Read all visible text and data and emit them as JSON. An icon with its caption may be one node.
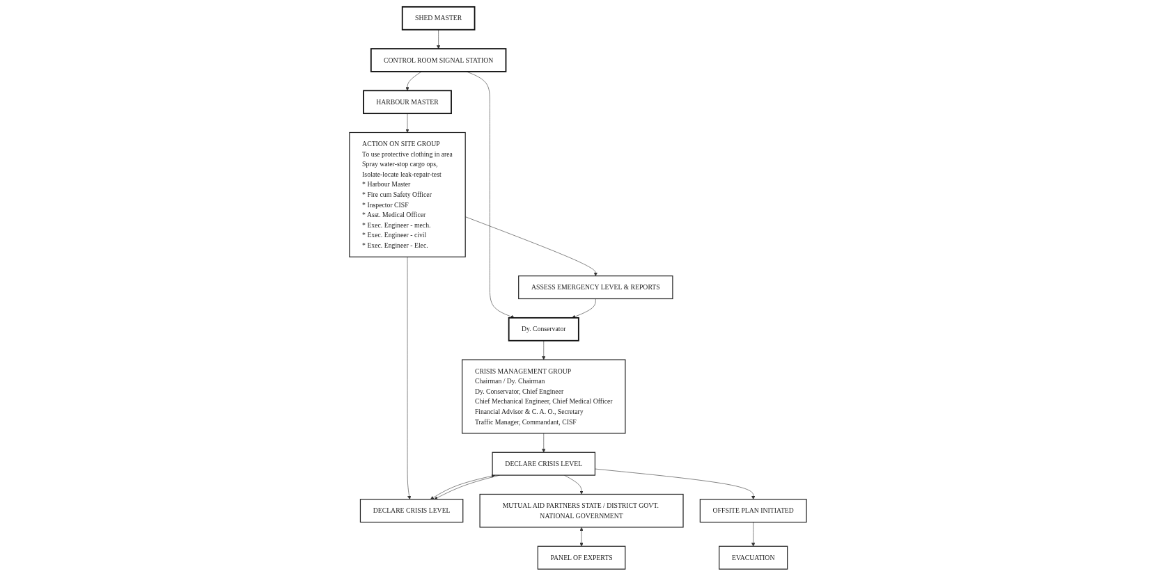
{
  "diagram": {
    "nodes": [
      {
        "text": [
          "Dy. Conservator"
        ]
      },
      {
        "text": [
          "CONTROL ROOM SIGNAL STATION"
        ]
      },
      {
        "text": [
          "SHED MASTER"
        ]
      },
      {
        "text": [
          "HARBOUR MASTER"
        ]
      },
      {
        "text": [
          "ASSESS EMERGENCY LEVEL & REPORTS"
        ]
      },
      {
        "text": [
          "CRISIS MANAGEMENT GROUP",
          "Chairman / Dy. Chairman",
          "Dy. Conservator, Chief Engineer",
          "Chief Mechanical Engineer, Chief Medical Officer",
          "Financial Advisor & C. A. O., Secretary",
          "Traffic Manager, Commandant, CISF"
        ]
      },
      {
        "text": [
          "ACTION ON SITE GROUP",
          "To use protective clothing in area",
          "Spray water-stop cargo ops,",
          "Isolate-locate leak-repair-test",
          "* Harbour Master",
          "* Fire cum Safety Officer",
          "* Inspector CISF",
          "* Asst. Medical Officer",
          "* Exec. Engineer - mech.",
          "* Exec. Engineer - civil",
          "* Exec. Engineer - Elec."
        ]
      },
      {
        "text": [
          "DECLARE CRISIS LEVEL"
        ]
      },
      {
        "text": [
          "DECLARE CRISIS LEVEL"
        ]
      },
      {
        "text": [
          "OFFSITE PLAN INITIATED"
        ]
      },
      {
        "text": [
          "MUTUAL AID PARTNERS STATE / DISTRICT GOVT. NATIONAL GOVERNMENT"
        ]
      },
      {
        "text": [
          "EVACUATION"
        ]
      },
      {
        "text": [
          "PANEL OF EXPERTS"
        ]
      }
    ],
    "edges": [
      {
        "from": 1,
        "to": 0,
        "arrow": "to"
      },
      {
        "from": 2,
        "to": 1,
        "arrow": "to"
      },
      {
        "from": 1,
        "to": 3,
        "arrow": "to"
      },
      {
        "from": 3,
        "to": 6,
        "arrow": "to"
      },
      {
        "from": 6,
        "to": 4,
        "arrow": "to"
      },
      {
        "from": 4,
        "to": 0,
        "arrow": "to"
      },
      {
        "from": 0,
        "to": 5,
        "arrow": "to"
      },
      {
        "from": 5,
        "to": 7,
        "arrow": "to"
      },
      {
        "from": 6,
        "to": 8,
        "arrow": "to"
      },
      {
        "from": 7,
        "to": 8,
        "arrow": "both"
      },
      {
        "from": 7,
        "to": 8,
        "arrow": "to"
      },
      {
        "from": 7,
        "to": 10,
        "arrow": "to"
      },
      {
        "from": 7,
        "to": 9,
        "arrow": "to"
      },
      {
        "from": 9,
        "to": 11,
        "arrow": "to"
      },
      {
        "from": 10,
        "to": 12,
        "arrow": "both"
      }
    ]
  }
}
